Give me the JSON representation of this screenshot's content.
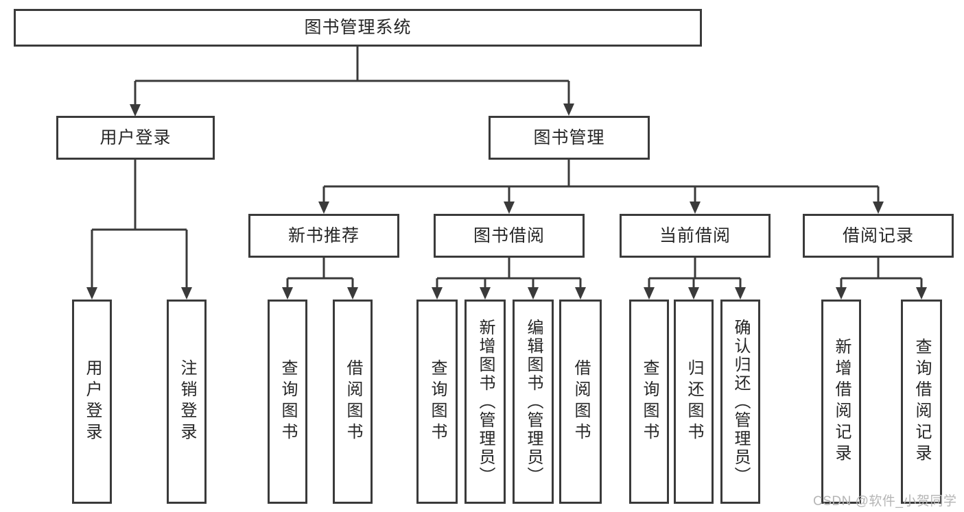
{
  "diagram": {
    "title": "图书管理系统",
    "login_branch": {
      "label": "用户登录",
      "children": [
        "用户登录",
        "注销登录"
      ]
    },
    "mgmt_branch": {
      "label": "图书管理",
      "modules": [
        {
          "label": "新书推荐",
          "children": [
            "查询图书",
            "借阅图书"
          ]
        },
        {
          "label": "图书借阅",
          "children": [
            "查询图书",
            "新增图书（管理员）",
            "编辑图书（管理员）",
            "借阅图书"
          ]
        },
        {
          "label": "当前借阅",
          "children": [
            "查询图书",
            "归还图书",
            "确认归还（管理员）"
          ]
        },
        {
          "label": "借阅记录",
          "children": [
            "新增借阅记录",
            "查询借阅记录"
          ]
        }
      ]
    },
    "watermark": "CSDN @软件_小贺同学",
    "colors": {
      "line": "#3a3a3a",
      "text": "#262626",
      "watermark": "#b5b5b5",
      "background": "#ffffff"
    }
  }
}
